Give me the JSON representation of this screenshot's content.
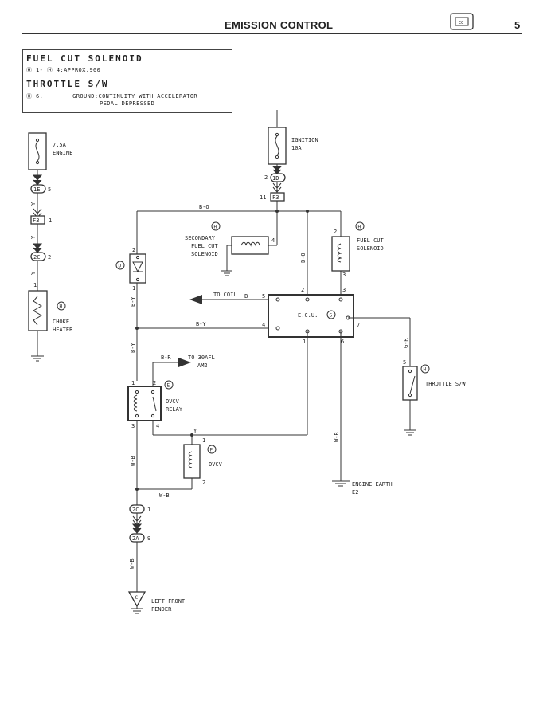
{
  "header": {
    "title": "EMISSION CONTROL",
    "page_number": "5"
  },
  "spec_box": {
    "fuel_cut_heading": "FUEL CUT SOLENOID",
    "fuel_cut_line": "Ⓗ 1- Ⓗ 4:APPROX.900",
    "throttle_heading": "THROTTLE S/W",
    "throttle_line1": "Ⓗ 6.        GROUND:CONTINUITY WITH ACCELERATOR",
    "throttle_line2": "PEDAL DEPRESSED"
  },
  "left_circuit": {
    "fuse_label_1": "7.5A",
    "fuse_label_2": "ENGINE",
    "conn_1E": "1E",
    "conn_1E_pin": "5",
    "conn_F3": "F3",
    "conn_F3_pin": "1",
    "conn_2C": "2C",
    "conn_2C_pin": "2",
    "wire_y1": "Y",
    "wire_y2": "Y",
    "wire_y3": "Y",
    "heater_pin": "1",
    "heater_marker": "H",
    "heater_label_1": "CHOKE",
    "heater_label_2": "HEATER"
  },
  "ignition": {
    "label_1": "IGNITION",
    "label_2": "10A",
    "conn_1D": "1D",
    "conn_1D_pin": "2",
    "conn_F3": "F3",
    "conn_F3_pin": "11"
  },
  "main_circuit": {
    "wire_bo_top": "B-O",
    "wire_bo_vert": "B-O",
    "sec_marker": "H",
    "sec_pin": "4",
    "sec_label_1": "SECONDARY",
    "sec_label_2": "FUEL CUT",
    "sec_label_3": "SOLENOID",
    "fc_marker": "H",
    "fc_pin_top": "2",
    "fc_pin_bottom": "3",
    "fc_label_1": "FUEL CUT",
    "fc_label_2": "SOLENOID",
    "diode_marker": "D",
    "diode_pin_top": "2",
    "diode_pin_bottom": "1",
    "wire_by_1": "B-Y",
    "wire_by_2": "B-Y",
    "wire_by_3": "B-Y",
    "to_coil": "TO COIL",
    "wire_b": "B",
    "ecu_label": "E.C.U.",
    "ecu_marker": "G",
    "ecu_pin_5": "5",
    "ecu_pin_2": "2",
    "ecu_pin_3": "3",
    "ecu_pin_4": "4",
    "ecu_pin_7": "7",
    "ecu_pin_1": "1",
    "ecu_pin_6": "6",
    "wire_gr": "G-R",
    "ts_pin": "5",
    "ts_marker": "H",
    "ts_label": "THROTTLE S/W",
    "wire_br": "B-R",
    "to_30afl_1": "TO 30AFL",
    "to_30afl_2": "AM2",
    "relay_marker": "E",
    "relay_pin_1": "1",
    "relay_pin_2": "2",
    "relay_pin_3": "3",
    "relay_pin_4": "4",
    "relay_label_1": "OVCV",
    "relay_label_2": "RELAY",
    "wire_y": "Y",
    "ovcv_pin_1": "1",
    "ovcv_pin_2": "2",
    "ovcv_marker": "F",
    "ovcv_label": "OVCV",
    "wire_wb_1": "W-B",
    "wire_wb_2": "W-B",
    "wire_wb_3": "W-B",
    "wire_wb_4": "W-B",
    "earth_label_1": "ENGINE EARTH",
    "earth_label_2": "E2",
    "conn_2C": "2C",
    "conn_2C_pin": "1",
    "conn_2A": "2A",
    "conn_2A_pin": "9",
    "gnd_marker": "C",
    "fender_label_1": "LEFT FRONT",
    "fender_label_2": "FENDER"
  }
}
